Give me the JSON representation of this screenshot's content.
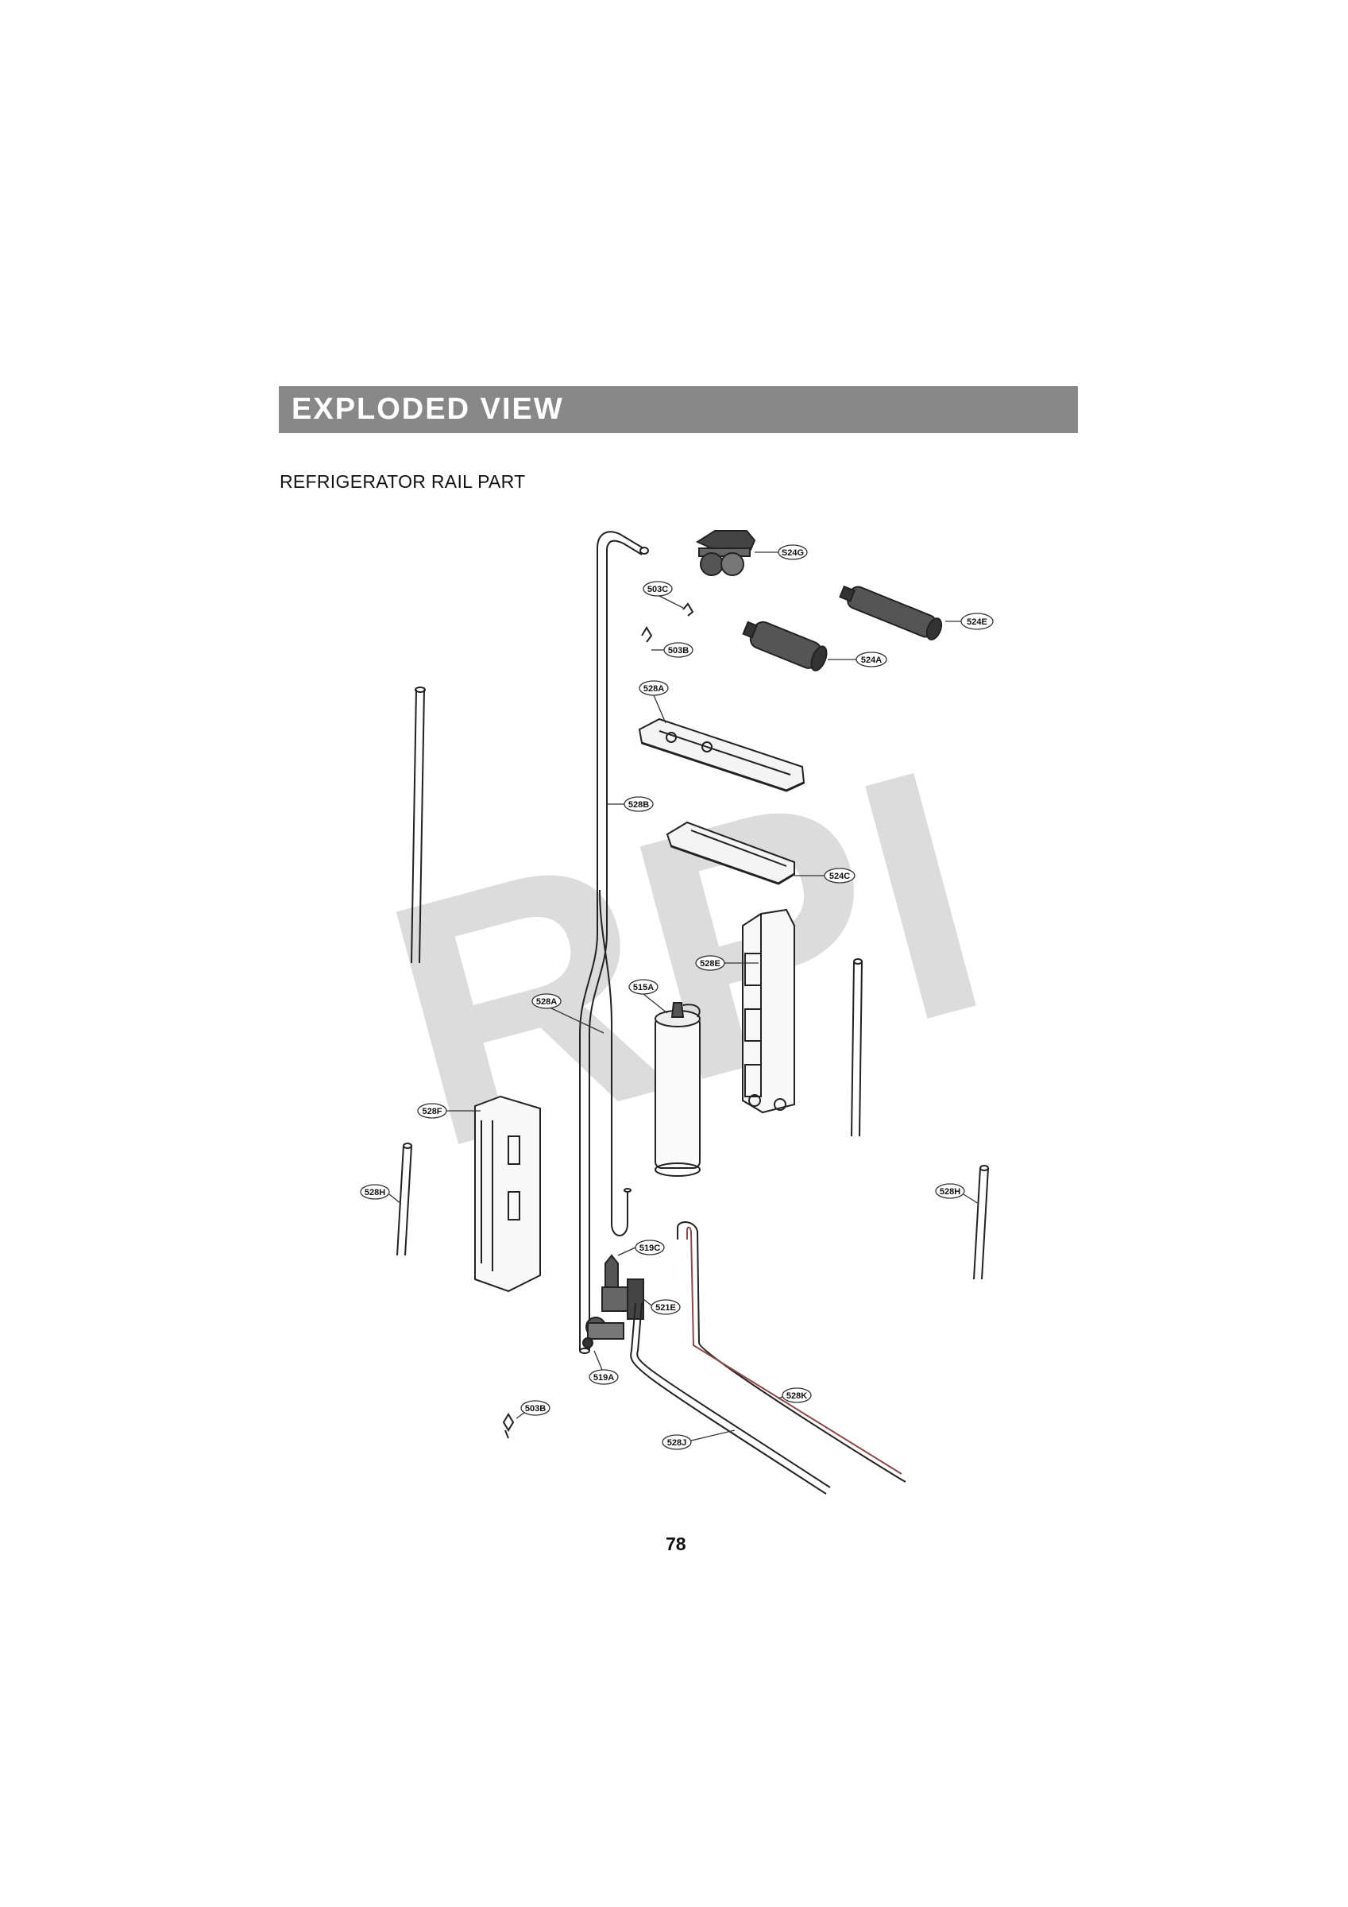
{
  "header": {
    "title": "EXPLODED VIEW",
    "bar_color": "#888888"
  },
  "section": {
    "title": "REFRIGERATOR RAIL PART"
  },
  "footer": {
    "page_number": "78"
  },
  "watermark": {
    "text": "RPI",
    "color": "#dcdcdc"
  },
  "callouts": {
    "c524G": "S24G",
    "c503C": "503C",
    "c524E": "524E",
    "c503B_top": "503B",
    "c524A": "524A",
    "c528A_top": "528A",
    "c528B": "528B",
    "c524C": "524C",
    "c528E": "528E",
    "c515A": "515A",
    "c528A_mid": "528A",
    "c528F": "528F",
    "c528H_left": "528H",
    "c528H_right": "528H",
    "c519C": "519C",
    "c521E": "521E",
    "c519A": "519A",
    "c528K": "528K",
    "c503B_bottom": "503B",
    "c528J": "528J"
  }
}
